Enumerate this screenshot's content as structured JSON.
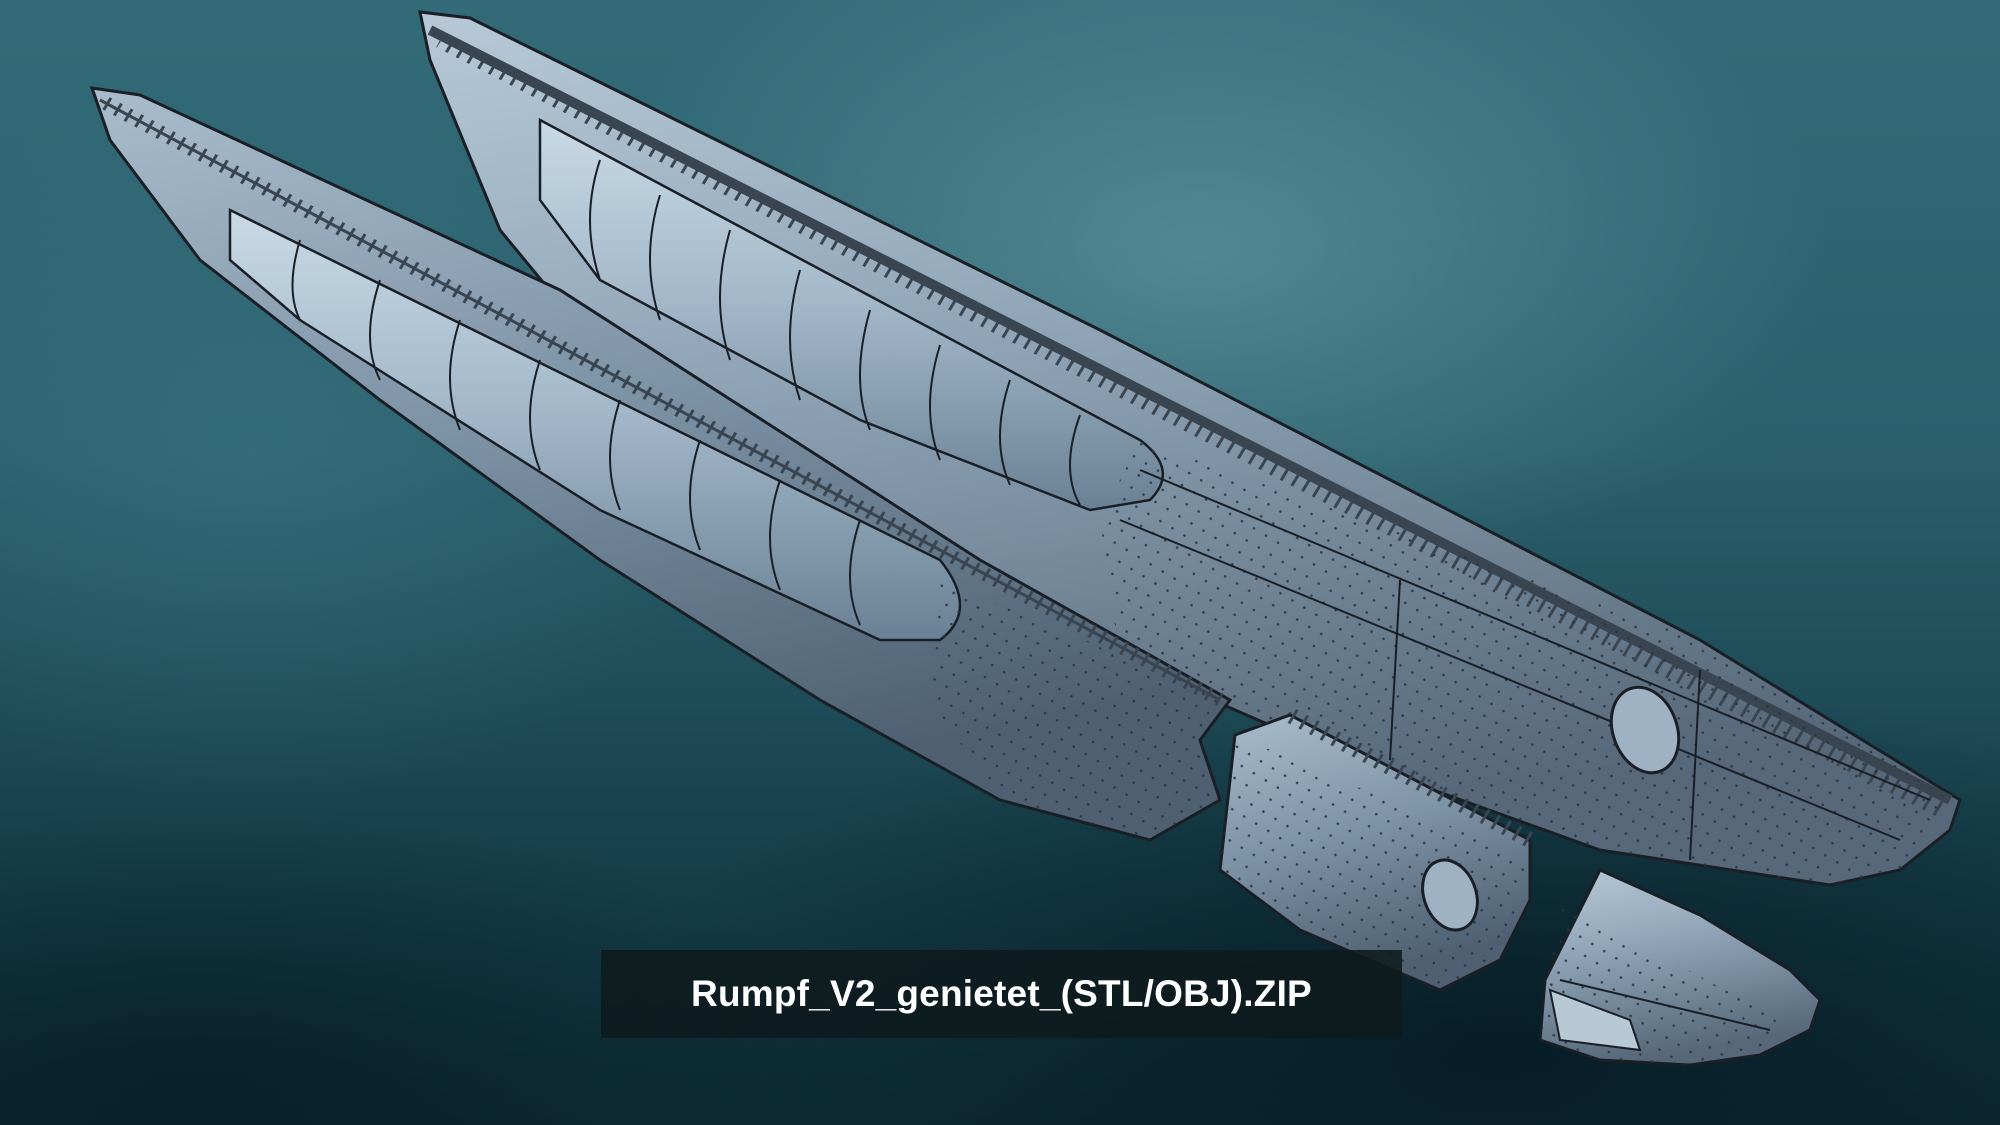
{
  "image": {
    "description": "3D CAD render of riveted aircraft fuselage (Rumpf) halves in exploded view on textured teal background",
    "background_color": "#2a5f6c",
    "model_color": "#8fa6b8",
    "model_shadow_color": "#5f7385",
    "outline_color": "#1a1f26"
  },
  "objects": [
    {
      "name": "upper-fuselage-half",
      "label": "complete fuselage half with riveted skin and frames"
    },
    {
      "name": "lower-fuselage-half",
      "label": "fuselage half with open frames and inner tank"
    },
    {
      "name": "nose-section-middle",
      "label": "detached riveted mid-nose section"
    },
    {
      "name": "nose-cone-section",
      "label": "detached riveted nose cone section"
    }
  ],
  "caption": {
    "text": "Rumpf_V2_genietet_(STL/OBJ).ZIP",
    "box_color": "#0e1a1c"
  }
}
